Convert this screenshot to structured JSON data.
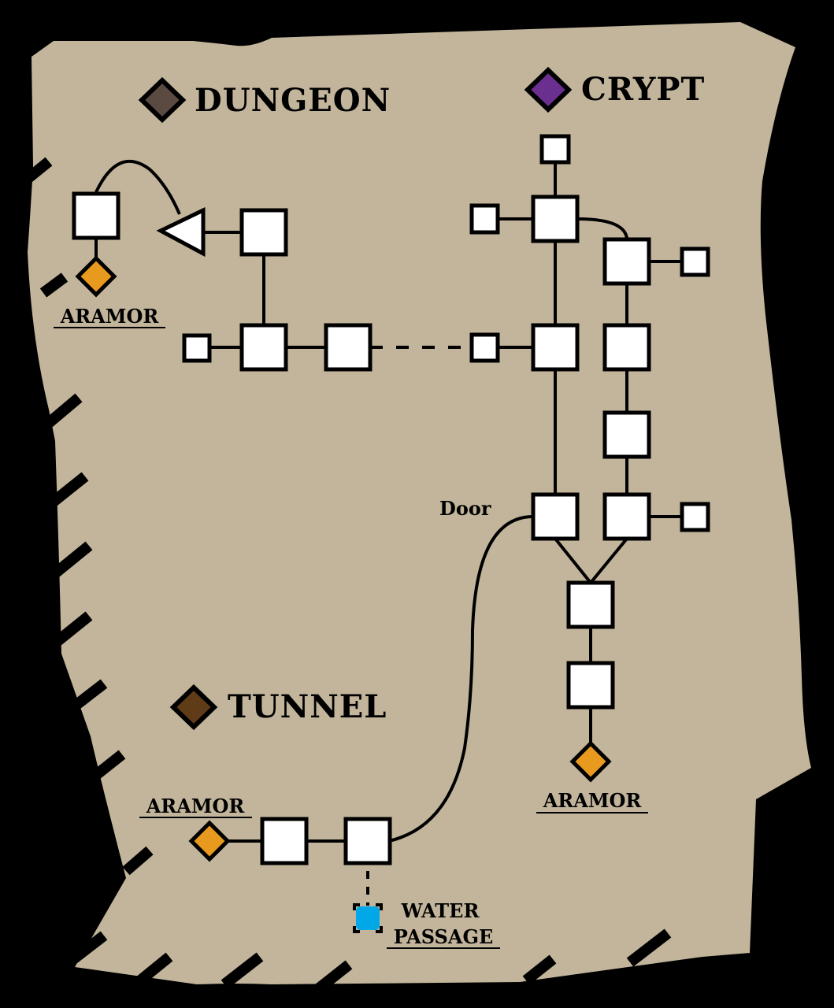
{
  "map": {
    "title": "Dungeon / Crypt / Tunnel Map",
    "colors": {
      "background": "#000000",
      "parchment": "#c2b59b",
      "dungeon": "#5b4a42",
      "crypt": "#6a2f8f",
      "tunnel": "#5f3b18",
      "aramor": "#e89a1e",
      "water": "#00a8e8"
    },
    "regions": [
      {
        "id": "dungeon",
        "label": "DUNGEON",
        "icon": "diamond-icon"
      },
      {
        "id": "crypt",
        "label": "CRYPT",
        "icon": "diamond-icon"
      },
      {
        "id": "tunnel",
        "label": "TUNNEL",
        "icon": "diamond-icon"
      }
    ],
    "points_of_interest": [
      {
        "id": "aramor-dungeon",
        "label": "ARAMOR",
        "type": "aramor",
        "region": "dungeon"
      },
      {
        "id": "aramor-crypt",
        "label": "ARAMOR",
        "type": "aramor",
        "region": "crypt"
      },
      {
        "id": "aramor-tunnel",
        "label": "ARAMOR",
        "type": "aramor",
        "region": "tunnel"
      },
      {
        "id": "water-passage",
        "label_line1": "WATER",
        "label_line2": "PASSAGE",
        "type": "water",
        "region": "tunnel"
      }
    ],
    "annotations": {
      "door": "Door"
    }
  }
}
